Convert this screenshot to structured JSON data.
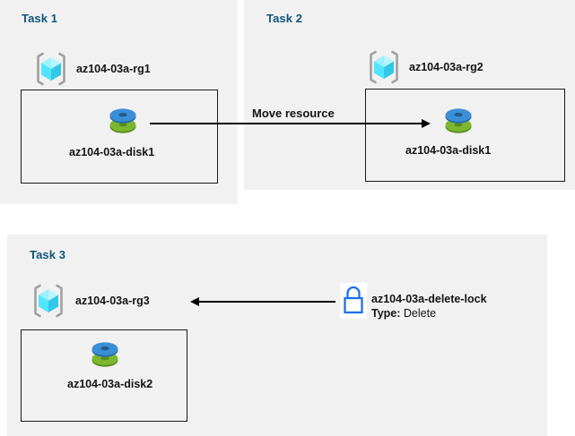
{
  "diagram": {
    "background": "#ffffff",
    "panel_color": "#f1f1f1",
    "title_color": "#11557c",
    "accent_cube": "#50e6ff",
    "accent_disk_blue": "#3a8fd6",
    "accent_disk_green": "#7cb82f",
    "accent_lock": "#1f6feb"
  },
  "tasks": [
    {
      "title": "Task 1",
      "resource_group": {
        "icon": "resource-group-icon",
        "label": "az104-03a-rg1"
      },
      "resources": [
        {
          "icon": "managed-disk-icon",
          "label": "az104-03a-disk1"
        }
      ]
    },
    {
      "title": "Task 2",
      "resource_group": {
        "icon": "resource-group-icon",
        "label": "az104-03a-rg2"
      },
      "resources": [
        {
          "icon": "managed-disk-icon",
          "label": "az104-03a-disk1"
        }
      ]
    },
    {
      "title": "Task 3",
      "resource_group": {
        "icon": "resource-group-icon",
        "label": "az104-03a-rg3"
      },
      "resources": [
        {
          "icon": "managed-disk-icon",
          "label": "az104-03a-disk2"
        }
      ],
      "lock": {
        "icon": "lock-icon",
        "label": "az104-03a-delete-lock",
        "type_key": "Type:",
        "type_value": "Delete"
      }
    }
  ],
  "connectors": [
    {
      "name": "move-resource-arrow",
      "label": "Move resource",
      "direction": "right"
    },
    {
      "name": "lock-scope-arrow",
      "label": "",
      "direction": "left"
    }
  ]
}
